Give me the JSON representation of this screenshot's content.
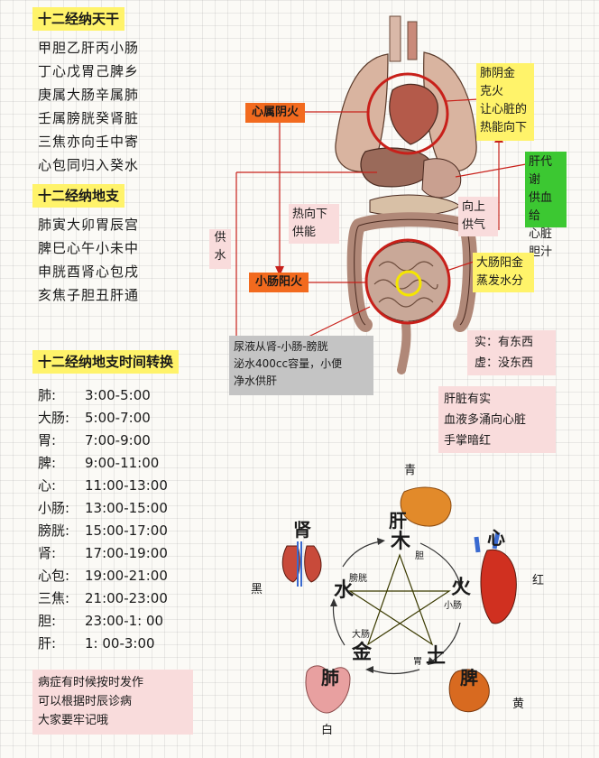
{
  "stems": {
    "title": "十二经纳天干",
    "lines": [
      "甲胆乙肝丙小肠",
      "丁心戊胃己脾乡",
      "庚属大肠辛属肺",
      "壬属膀胱癸肾脏",
      "三焦亦向壬中寄",
      "心包同归入癸水"
    ]
  },
  "branches": {
    "title": "十二经纳地支",
    "lines": [
      "肺寅大卯胃辰宫",
      "脾巳心午小未中",
      "申胱酉肾心包戌",
      "亥焦子胆丑肝通"
    ]
  },
  "times": {
    "title": "十二经纳地支时间转换",
    "rows": [
      {
        "organ": "肺:",
        "time": "3:00-5:00"
      },
      {
        "organ": "大肠:",
        "time": "5:00-7:00"
      },
      {
        "organ": "胃:",
        "time": "7:00-9:00"
      },
      {
        "organ": "脾:",
        "time": "9:00-11:00"
      },
      {
        "organ": "心:",
        "time": "11:00-13:00"
      },
      {
        "organ": "小肠:",
        "time": "13:00-15:00"
      },
      {
        "organ": "膀胱:",
        "time": "15:00-17:00"
      },
      {
        "organ": "肾:",
        "time": "17:00-19:00"
      },
      {
        "organ": "心包:",
        "time": "19:00-21:00"
      },
      {
        "organ": "三焦:",
        "time": "21:00-23:00"
      },
      {
        "organ": "胆:",
        "time": "23:00-1: 00"
      },
      {
        "organ": "肝:",
        "time": "1: 00-3:00"
      }
    ]
  },
  "note": {
    "lines": [
      "病症有时候按时发作",
      "可以根据时辰诊病",
      "大家要牢记哦"
    ]
  },
  "anatomy": {
    "heart_label": "心属阴火",
    "si_label": "小肠阳火",
    "lung_box": [
      "肺阴金",
      "克火",
      "让心脏的",
      "热能向下"
    ],
    "liver_box": [
      "肝代谢",
      "供血给",
      "心脏",
      "胆汁"
    ],
    "heat_down": [
      "热向下",
      "供能"
    ],
    "water_supply": [
      "供",
      "水"
    ],
    "up_qi": [
      "向上",
      "供气"
    ],
    "li_box": [
      "大肠阳金",
      "蒸发水分"
    ],
    "urine_box": [
      "尿液从肾-小肠-膀胱",
      "泌水400cc容量，小便",
      "净水供肝"
    ],
    "shi_xu": [
      "实：有东西",
      "虚：没东西"
    ],
    "liver_blood": [
      "肝脏有实",
      "血液多涌向心脏",
      "手掌暗红"
    ]
  },
  "wuxing": {
    "liver": {
      "organ": "肝",
      "element": "木",
      "sub": "胆",
      "color": "青"
    },
    "heart": {
      "organ": "心",
      "element": "火",
      "sub": "小肠",
      "color": "红"
    },
    "spleen": {
      "organ": "脾",
      "element": "土",
      "sub": "胃",
      "color": "黄"
    },
    "lung": {
      "organ": "肺",
      "element": "金",
      "sub": "大肠",
      "color": "白"
    },
    "kidney": {
      "organ": "肾",
      "element": "水",
      "sub": "膀胱",
      "color": "黑"
    },
    "accent": {
      "red": "#c8201a",
      "orange": "#f26a1e",
      "yellow": "#fff36a",
      "green": "#3cc832",
      "pink": "#f9dcdc",
      "gray": "#c4c4c4"
    }
  }
}
